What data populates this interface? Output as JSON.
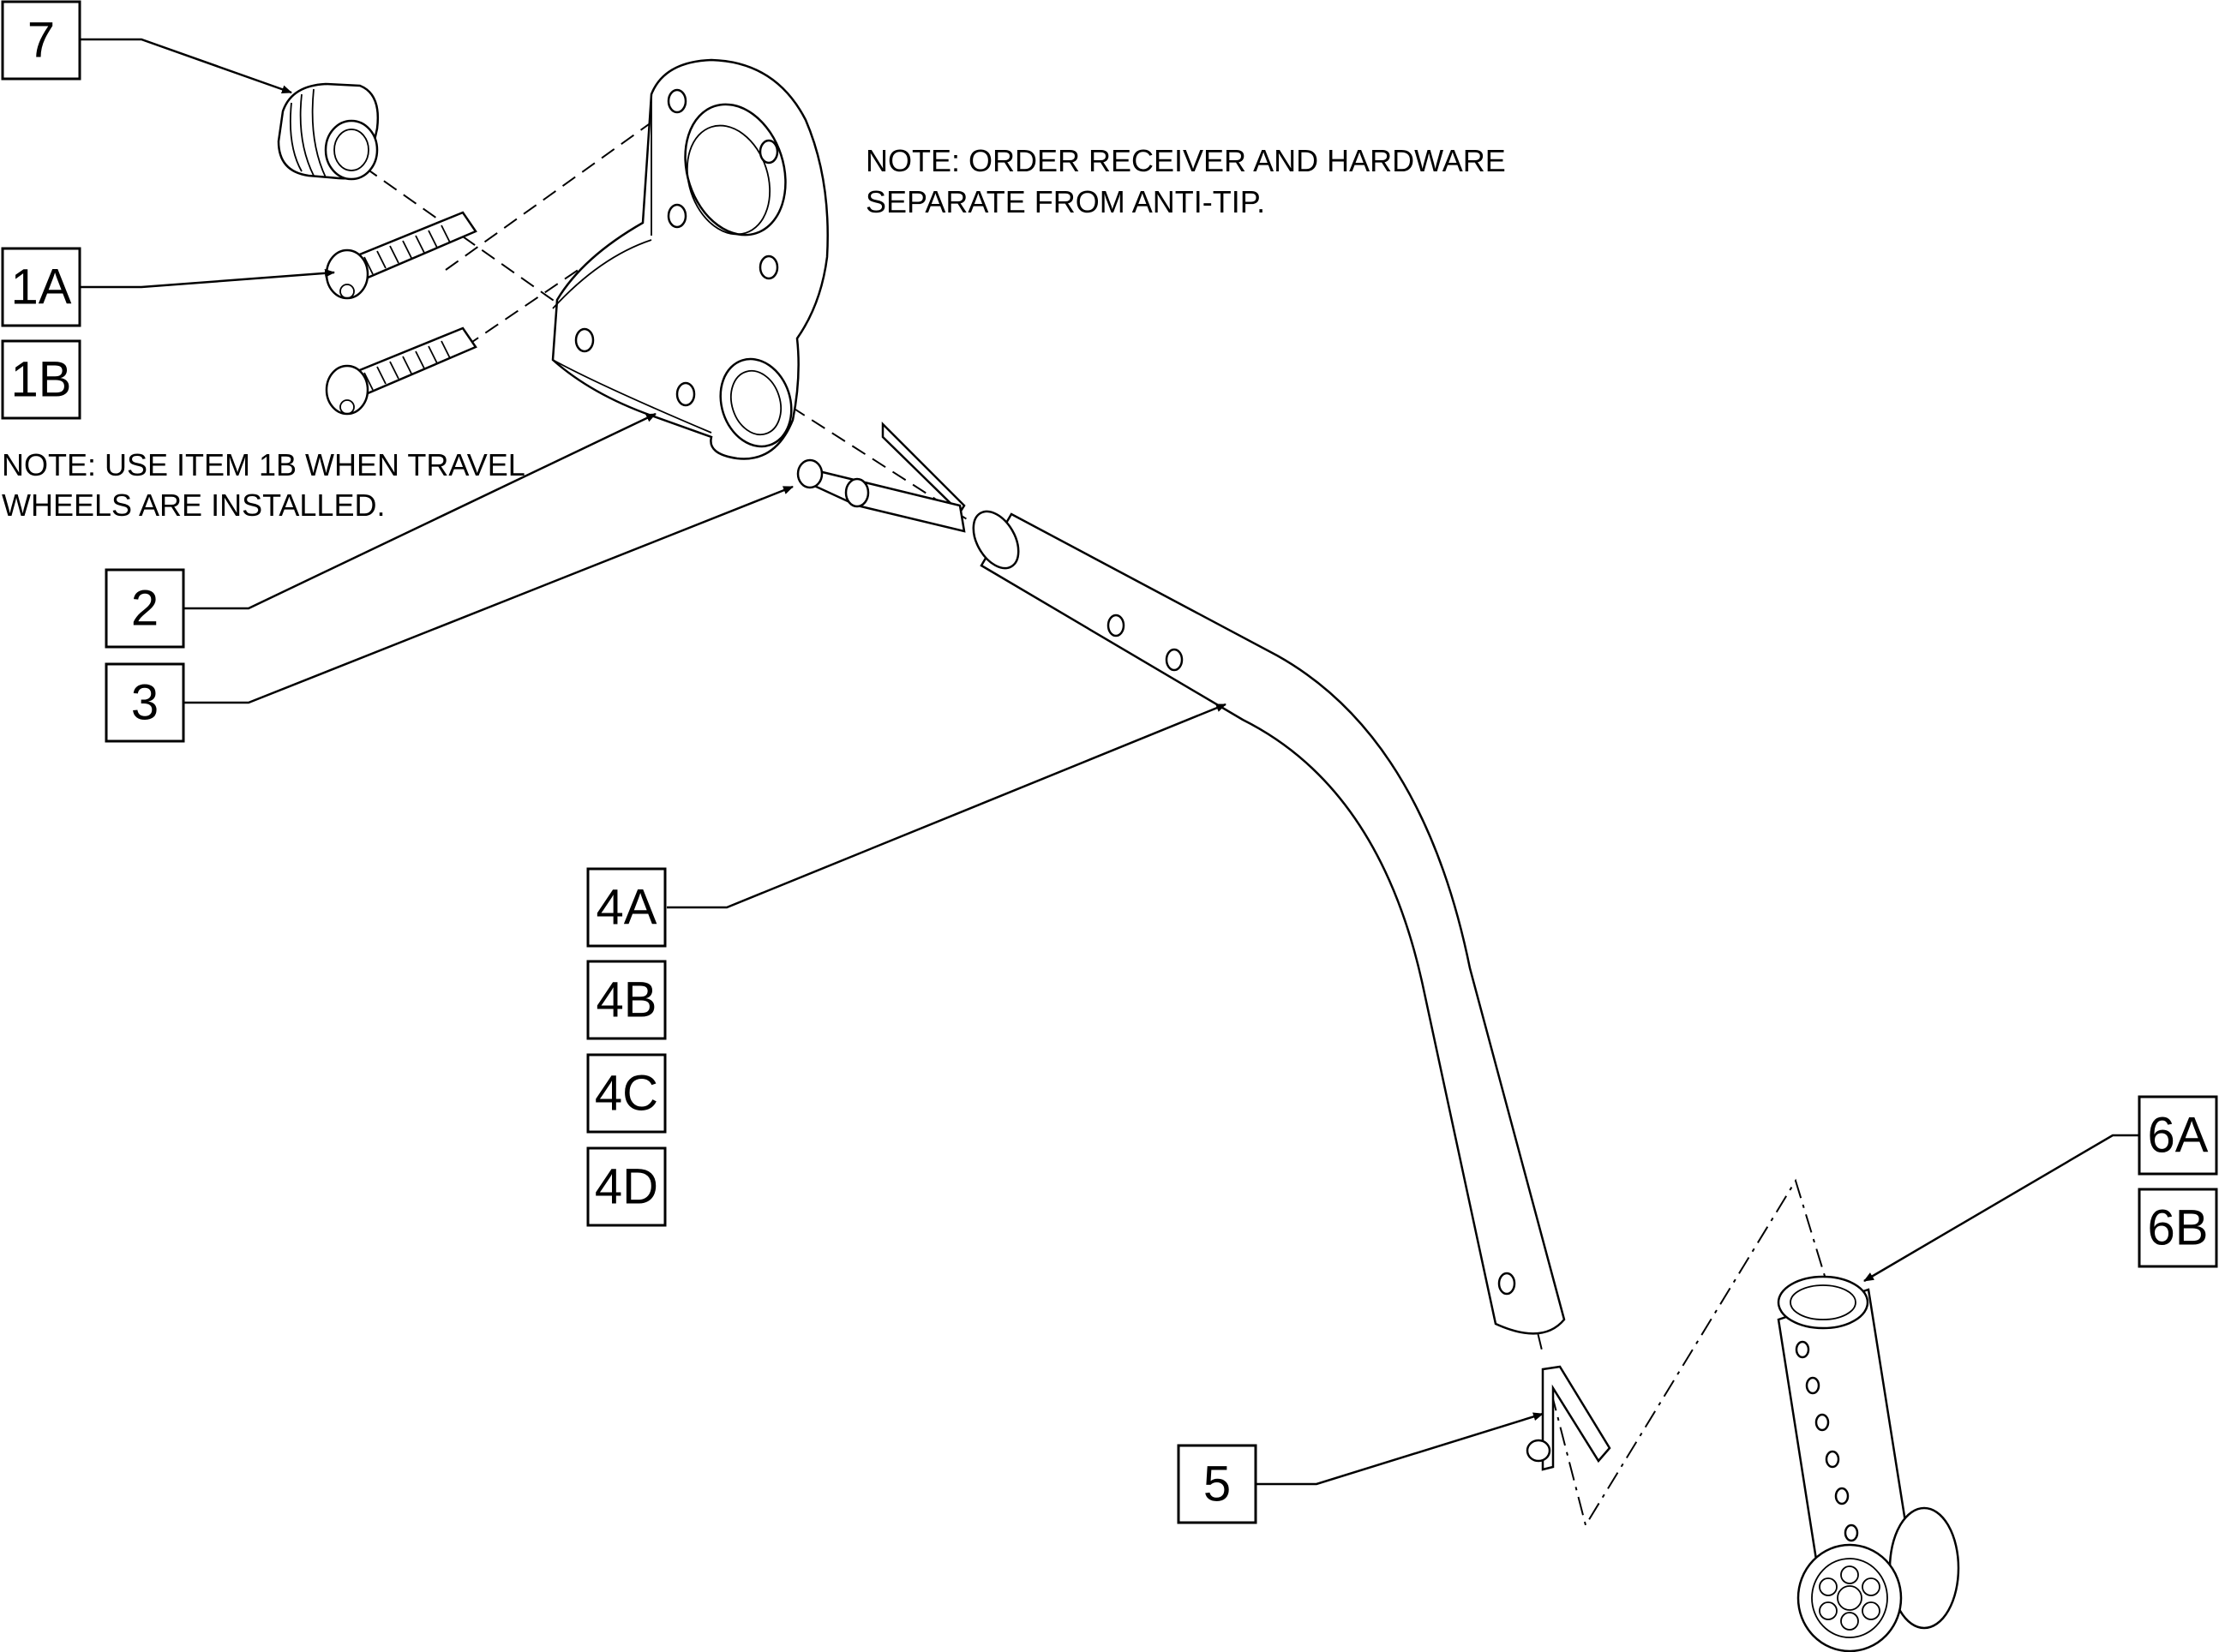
{
  "callouts": {
    "c7": "7",
    "c1a": "1A",
    "c1b": "1B",
    "c2": "2",
    "c3": "3",
    "c4a": "4A",
    "c4b": "4B",
    "c4c": "4C",
    "c4d": "4D",
    "c5": "5",
    "c6a": "6A",
    "c6b": "6B"
  },
  "notes": {
    "receiver_line1": "NOTE: ORDER RECEIVER AND HARDWARE",
    "receiver_line2": "SEPARATE FROM ANTI-TIP.",
    "travel_line1": "NOTE: USE ITEM 1B WHEN TRAVEL",
    "travel_line2": "WHEELS ARE INSTALLED."
  }
}
